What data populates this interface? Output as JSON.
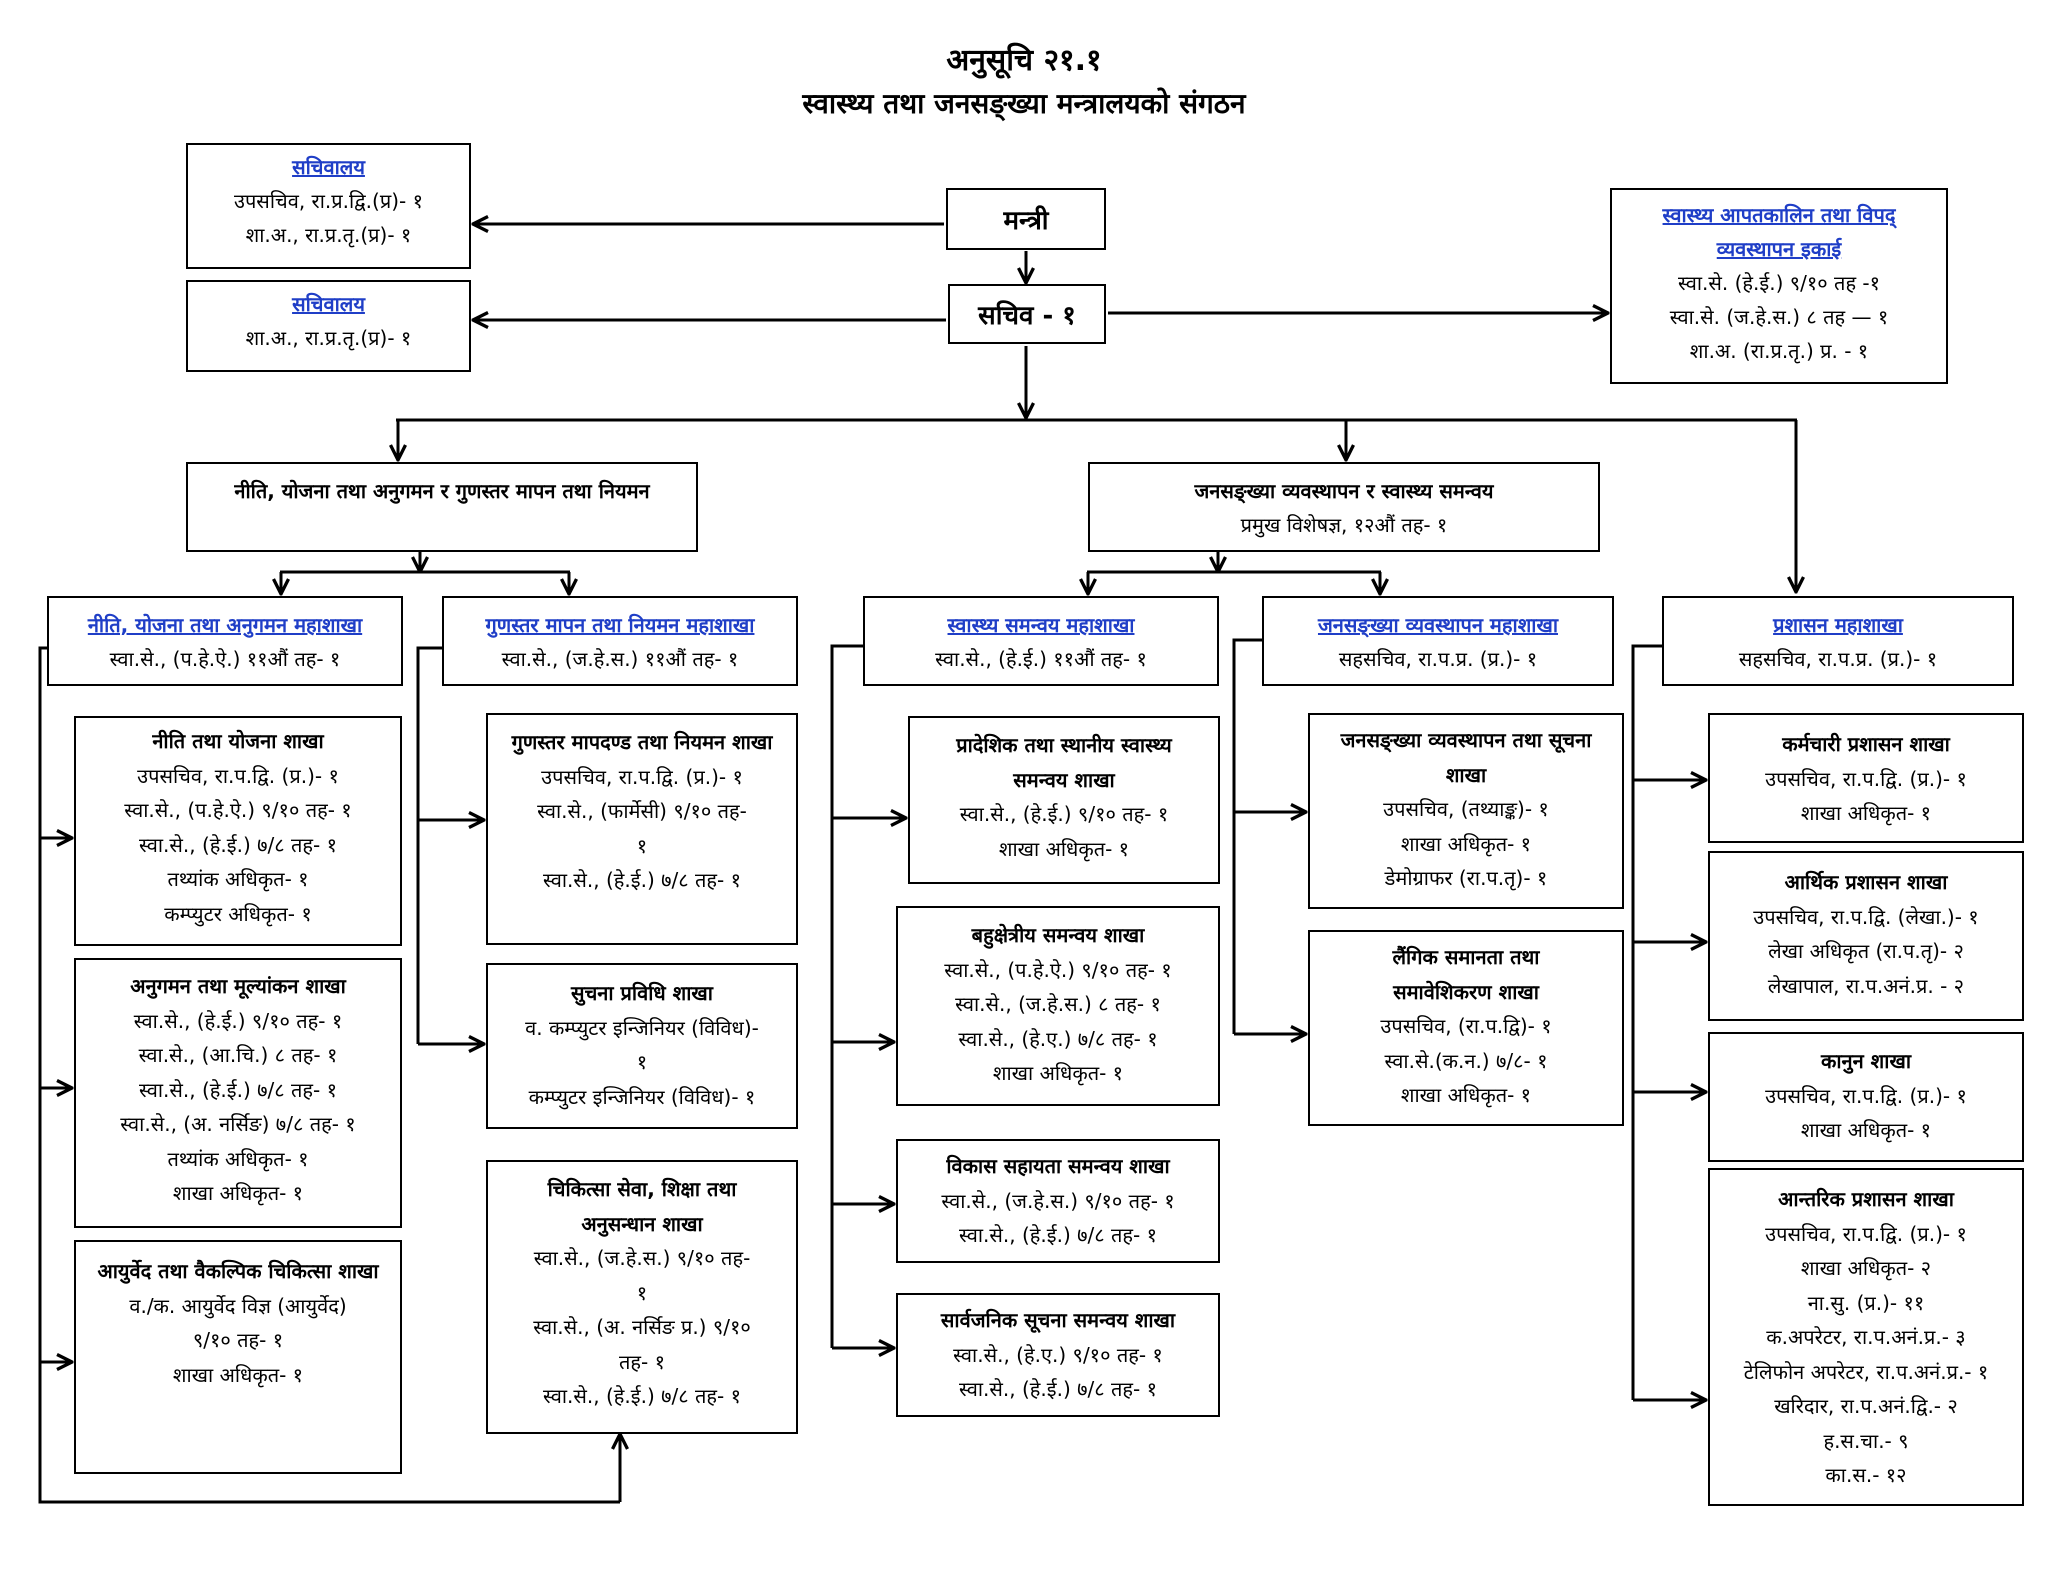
{
  "title": "अनुसूचि २१.१",
  "subtitle": "स्वास्थ्य तथा जनसङ्ख्या मन्त्रालयको संगठन",
  "minister": "मन्त्री",
  "secretary": "सचिव - १",
  "secretariat_1": {
    "name": "सचिवालय",
    "lines": [
      "उपसचिव, रा.प्र.द्वि.(प्र)- १",
      "शा.अ., रा.प्र.तृ.(प्र)- १"
    ]
  },
  "secretariat_2": {
    "name": "सचिवालय",
    "lines": [
      "शा.अ., रा.प्र.तृ.(प्र)- १"
    ]
  },
  "emergency_unit": {
    "name": "स्वास्थ्य आपतकालिन तथा विपद् व्यवस्थापन इकाई",
    "lines": [
      "स्वा.से. (हे.ई.) ९/१० तह -१",
      "स्वा.से. (ज.हे.स.) ८ तह — १",
      "शा.अ. (रा.प्र.तृ.) प्र. - १"
    ]
  },
  "group_policy": {
    "name": "नीति, योजना तथा अनुगमन र गुणस्तर मापन तथा नियमन"
  },
  "group_population": {
    "name": "जनसङ्ख्या व्यवस्थापन र स्वास्थ्य समन्वय",
    "lines": [
      "प्रमुख विशेषज्ञ, १२औं तह- १"
    ]
  },
  "division_policy": {
    "name": "नीति, योजना तथा अनुगमन महाशाखा",
    "lines": [
      "स्वा.से., (प.हे.ऐ.) ११औं तह- १"
    ]
  },
  "division_quality": {
    "name": "गुणस्तर मापन तथा नियमन महाशाखा",
    "lines": [
      "स्वा.से., (ज.हे.स.) ११औं तह- १"
    ]
  },
  "division_health": {
    "name": "स्वास्थ्य समन्वय महाशाखा",
    "lines": [
      "स्वा.से., (हे.ई.) ११औं तह- १"
    ]
  },
  "division_population": {
    "name": "जनसङ्ख्या व्यवस्थापन महाशाखा",
    "lines": [
      "सहसचिव, रा.प.प्र. (प्र.)- १"
    ]
  },
  "division_admin": {
    "name": "प्रशासन महाशाखा",
    "lines": [
      "सहसचिव, रा.प.प्र. (प्र.)- १"
    ]
  },
  "section_policy_plan": {
    "name": "नीति तथा योजना शाखा",
    "lines": [
      "उपसचिव, रा.प.द्वि. (प्र.)- १",
      "स्वा.से., (प.हे.ऐ.) ९/१० तह- १",
      "स्वा.से., (हे.ई.) ७/८ तह- १",
      "तथ्यांक अधिकृत- १",
      "कम्प्युटर अधिकृत- १"
    ]
  },
  "section_monitoring": {
    "name": "अनुगमन तथा मूल्यांकन शाखा",
    "lines": [
      "स्वा.से., (हे.ई.) ९/१० तह- १",
      "स्वा.से., (आ.चि.) ८ तह- १",
      "स्वा.से., (हे.ई.) ७/८ तह- १",
      "स्वा.से., (अ. नर्सिङ) ७/८ तह- १",
      "तथ्यांक अधिकृत- १",
      "शाखा अधिकृत- १"
    ]
  },
  "section_ayurveda": {
    "name": "आयुर्वेद तथा वैकल्पिक चिकित्सा शाखा",
    "lines": [
      "व./क. आयुर्वेद विज्ञ (आयुर्वेद)",
      "९/१० तह- १",
      "शाखा अधिकृत- १"
    ]
  },
  "section_quality_standard": {
    "name": "गुणस्तर मापदण्ड तथा नियमन शाखा",
    "lines": [
      "उपसचिव, रा.प.द्वि. (प्र.)- १",
      "स्वा.से., (फार्मेसी) ९/१० तह-",
      "१",
      "स्वा.से., (हे.ई.) ७/८ तह- १"
    ]
  },
  "section_it": {
    "name": "सुचना प्रविधि शाखा",
    "lines": [
      "व. कम्प्युटर इन्जिनियर (विविध)-",
      "१",
      "कम्प्युटर इन्जिनियर (विविध)- १"
    ]
  },
  "section_medical": {
    "name": "चिकित्सा सेवा, शिक्षा तथा अनुसन्धान शाखा",
    "lines": [
      "स्वा.से., (ज.हे.स.) ९/१० तह-",
      "१",
      "स्वा.से., (अ. नर्सिङ प्र.) ९/१०",
      "तह- १",
      "स्वा.से., (हे.ई.) ७/८ तह- १"
    ]
  },
  "section_provincial": {
    "name": "प्रादेशिक तथा स्थानीय स्वास्थ्य समन्वय शाखा",
    "lines": [
      "स्वा.से., (हे.ई.) ९/१० तह- १",
      "शाखा अधिकृत- १"
    ]
  },
  "section_multisector": {
    "name": "बहुक्षेत्रीय समन्वय शाखा",
    "lines": [
      "स्वा.से., (प.हे.ऐ.) ९/१० तह- १",
      "स्वा.से., (ज.हे.स.) ८ तह- १",
      "स्वा.से., (हे.ए.) ७/८ तह- १",
      "शाखा अधिकृत- १"
    ]
  },
  "section_dev_aid": {
    "name": "विकास सहायता समन्वय शाखा",
    "lines": [
      "स्वा.से., (ज.हे.स.) ९/१० तह- १",
      "स्वा.से., (हे.ई.) ७/८ तह- १"
    ]
  },
  "section_public_info": {
    "name": "सार्वजनिक सूचना समन्वय शाखा",
    "lines": [
      "स्वा.से., (हे.ए.) ९/१० तह- १",
      "स्वा.से., (हे.ई.) ७/८ तह- १"
    ]
  },
  "section_pop_info": {
    "name": "जनसङ्ख्या व्यवस्थापन तथा सूचना शाखा",
    "lines": [
      "उपसचिव, (तथ्याङ्क)- १",
      "शाखा अधिकृत- १",
      "डेमोग्राफर (रा.प.तृ)- १"
    ]
  },
  "section_gender": {
    "name": "लैंगिक समानता तथा समावेशिकरण शाखा",
    "lines": [
      "उपसचिव, (रा.प.द्वि)- १",
      "स्वा.से.(क.न.) ७/८- १",
      "शाखा अधिकृत- १"
    ]
  },
  "section_staff_admin": {
    "name": "कर्मचारी प्रशासन शाखा",
    "lines": [
      "उपसचिव, रा.प.द्वि. (प्र.)- १",
      "शाखा अधिकृत- १"
    ]
  },
  "section_finance": {
    "name": "आर्थिक प्रशासन शाखा",
    "lines": [
      "उपसचिव, रा.प.द्वि. (लेखा.)- १",
      "लेखा अधिकृत (रा.प.तृ)- २",
      "लेखापाल, रा.प.अनं.प्र. - २"
    ]
  },
  "section_law": {
    "name": "कानुन शाखा",
    "lines": [
      "उपसचिव, रा.प.द्वि. (प्र.)- १",
      "शाखा अधिकृत- १"
    ]
  },
  "section_internal_admin": {
    "name": "आन्तरिक प्रशासन शाखा",
    "lines": [
      "उपसचिव, रा.प.द्वि. (प्र.)- १",
      "शाखा अधिकृत- २",
      "ना.सु. (प्र.)- ११",
      "क.अपरेटर, रा.प.अनं.प्र.- ३",
      "टेलिफोन अपरेटर, रा.प.अनं.प्र.- १",
      "खरिदार, रा.प.अनं.द्वि.- २",
      "ह.स.चा.- ९",
      "का.स.- १२"
    ]
  }
}
